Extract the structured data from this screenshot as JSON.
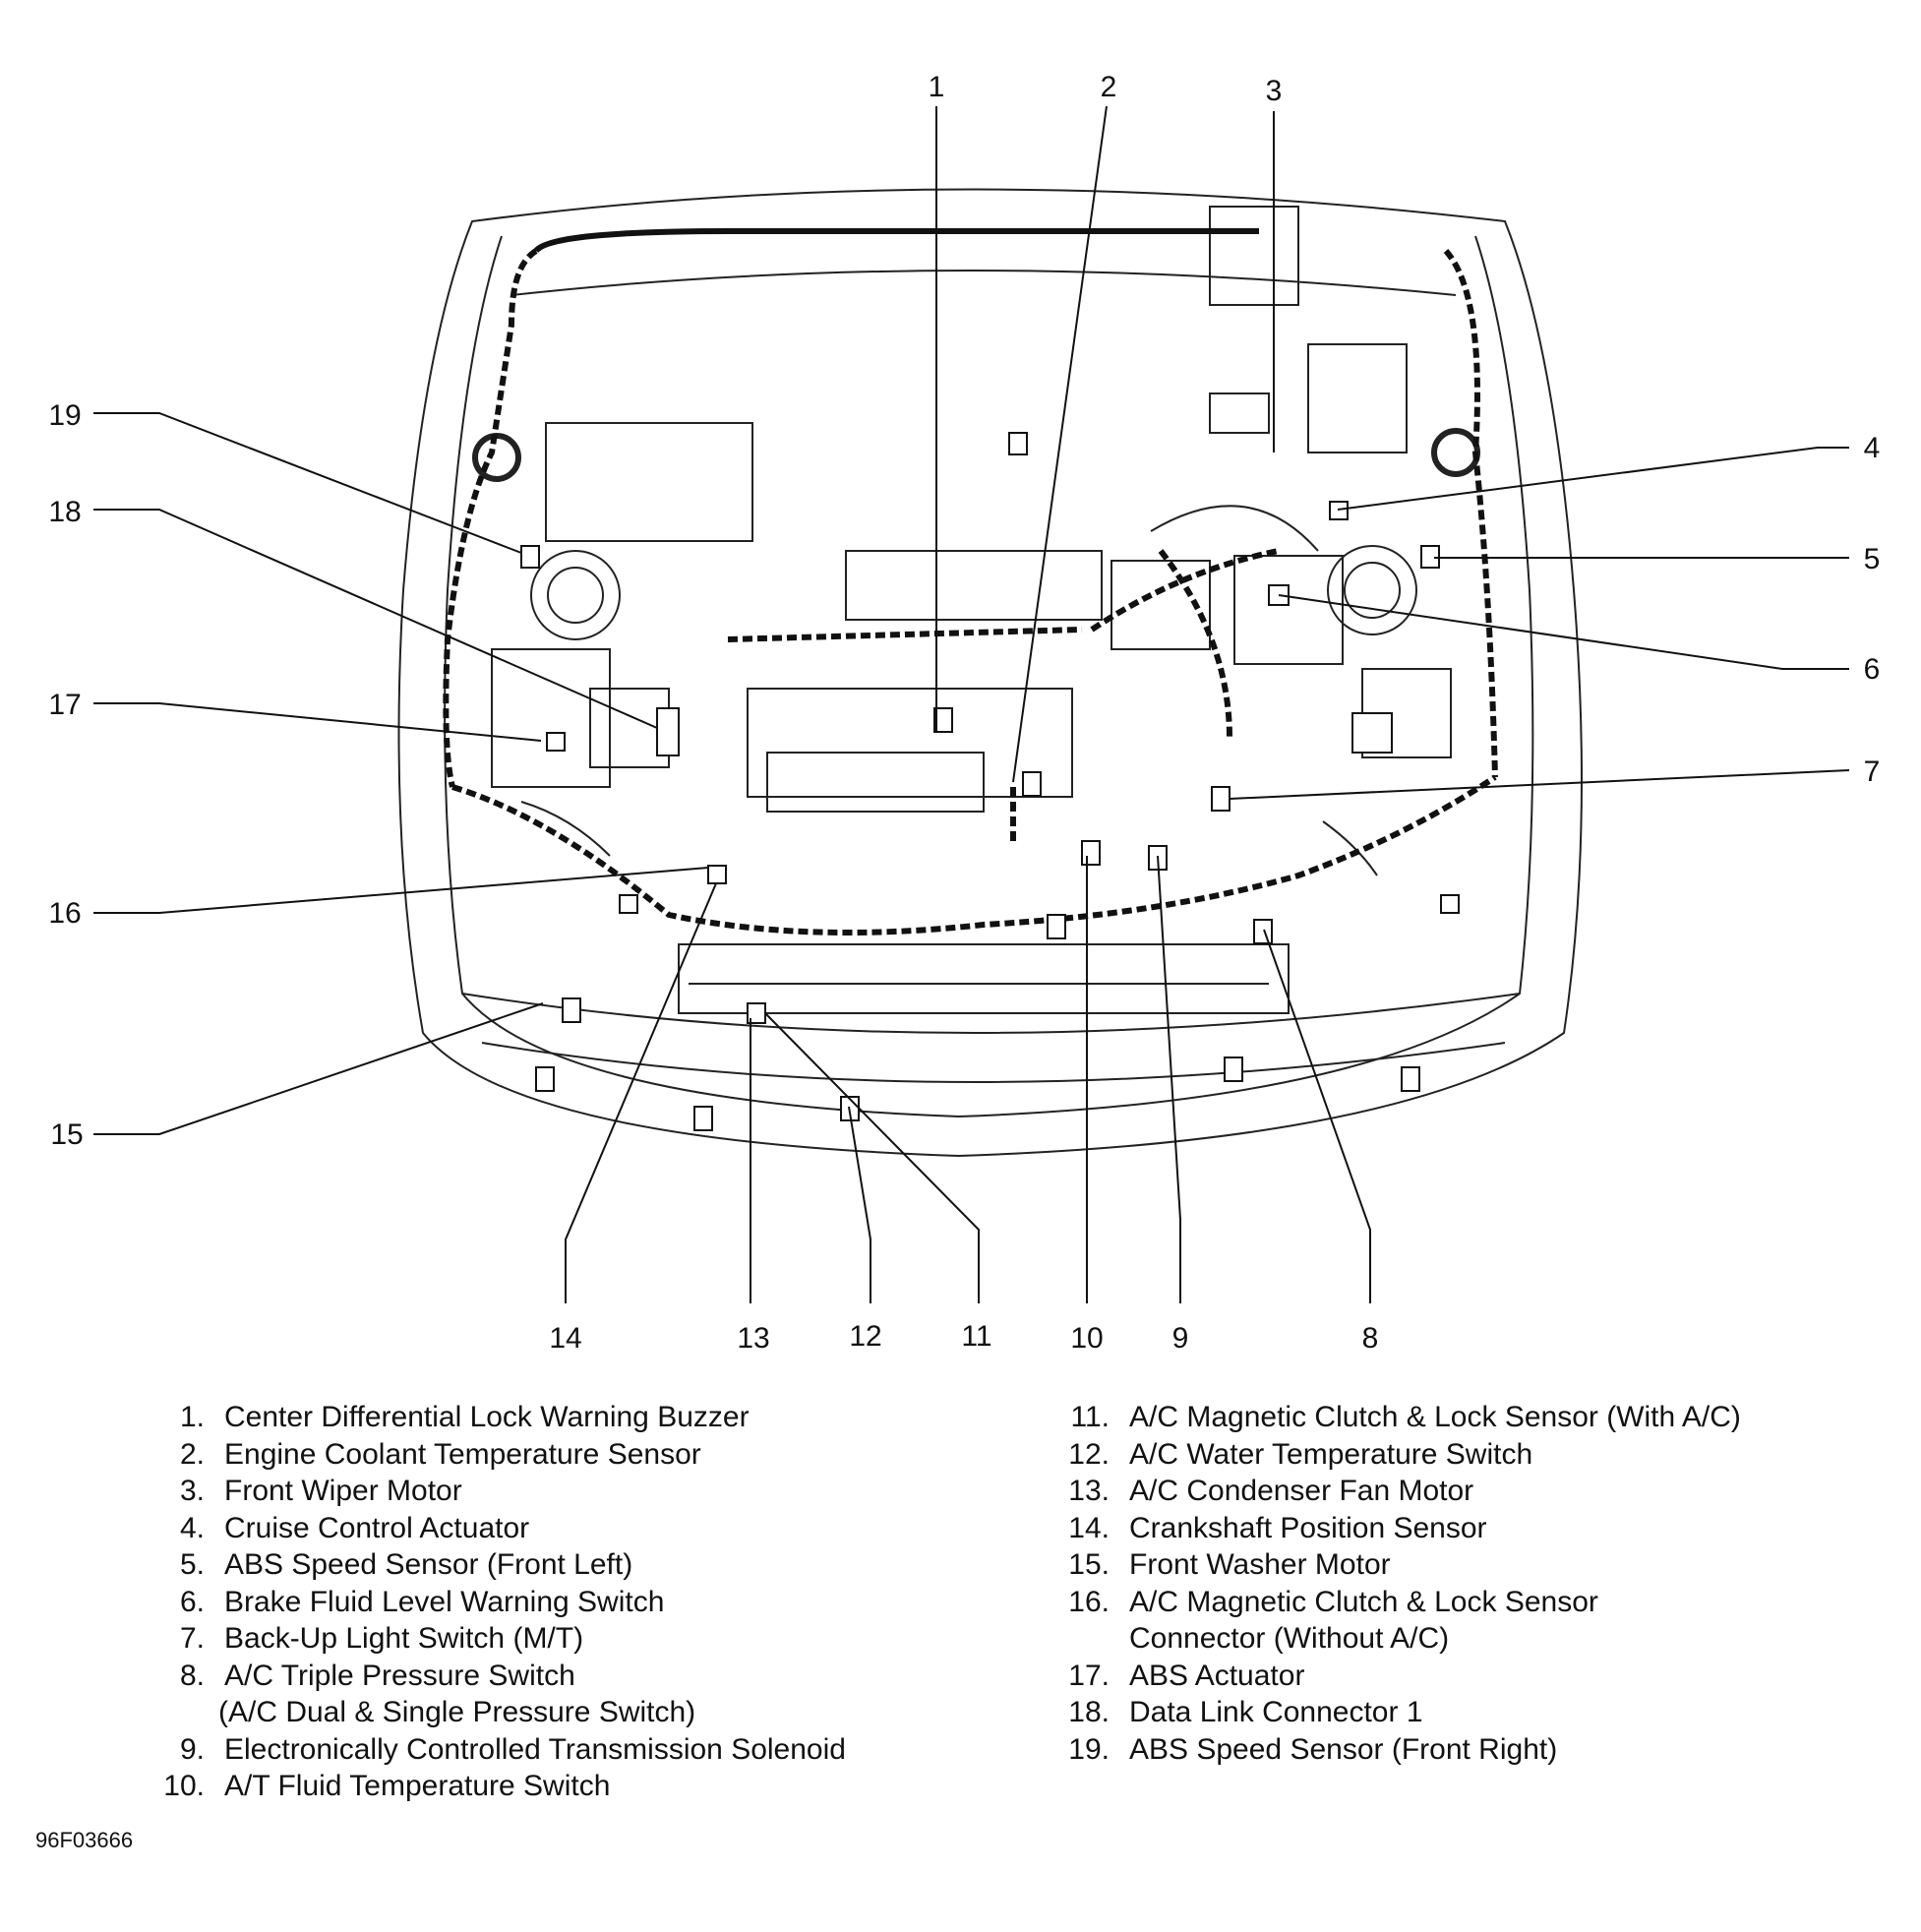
{
  "callouts": [
    "1",
    "2",
    "3",
    "4",
    "5",
    "6",
    "7",
    "8",
    "9",
    "10",
    "11",
    "12",
    "13",
    "14",
    "15",
    "16",
    "17",
    "18",
    "19"
  ],
  "legend_left": [
    {
      "num": "1.",
      "text": "Center Differential Lock Warning Buzzer"
    },
    {
      "num": "2.",
      "text": "Engine Coolant Temperature Sensor"
    },
    {
      "num": "3.",
      "text": "Front Wiper Motor"
    },
    {
      "num": "4.",
      "text": "Cruise Control Actuator"
    },
    {
      "num": "5.",
      "text": "ABS Speed Sensor (Front Left)"
    },
    {
      "num": "6.",
      "text": "Brake Fluid Level Warning Switch"
    },
    {
      "num": "7.",
      "text": "Back-Up Light Switch (M/T)"
    },
    {
      "num": "8.",
      "text": "A/C Triple Pressure Switch",
      "cont": "(A/C Dual & Single Pressure Switch)"
    },
    {
      "num": "9.",
      "text": "Electronically Controlled Transmission Solenoid"
    },
    {
      "num": "10.",
      "text": "A/T Fluid Temperature Switch"
    }
  ],
  "legend_right": [
    {
      "num": "11.",
      "text": "A/C Magnetic Clutch & Lock Sensor (With A/C)"
    },
    {
      "num": "12.",
      "text": "A/C Water Temperature Switch"
    },
    {
      "num": "13.",
      "text": "A/C Condenser Fan Motor"
    },
    {
      "num": "14.",
      "text": "Crankshaft Position Sensor"
    },
    {
      "num": "15.",
      "text": "Front Washer Motor"
    },
    {
      "num": "16.",
      "text": "A/C Magnetic Clutch & Lock Sensor",
      "cont": "Connector (Without A/C)"
    },
    {
      "num": "17.",
      "text": "ABS Actuator"
    },
    {
      "num": "18.",
      "text": "Data Link Connector 1"
    },
    {
      "num": "19.",
      "text": "ABS Speed Sensor (Front Right)"
    }
  ],
  "figure_code": "96F03666"
}
